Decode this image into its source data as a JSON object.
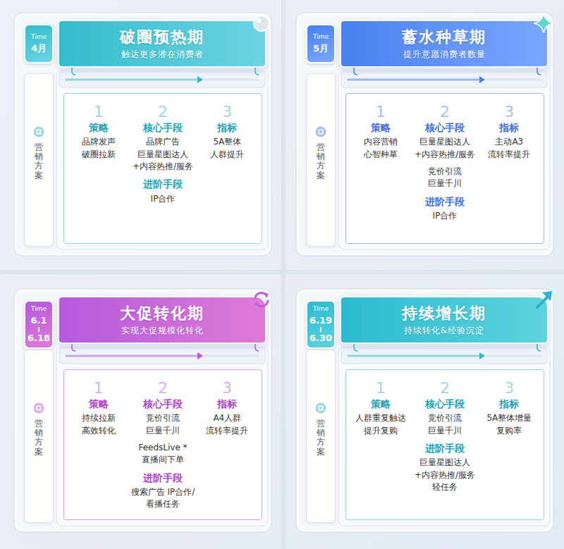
{
  "diagram": {
    "nodes": [
      {
        "text": [
          "Time",
          "4月"
        ]
      },
      {
        "text": [
          "破圈预热期",
          "触达更多潜在消费者"
        ]
      },
      {
        "text": [
          "营销方案"
        ]
      },
      {
        "text": [
          "1",
          "策略",
          "品牌发声 破圈拉新",
          "2",
          "核心手段",
          "品牌广告 巨量星图达人 +内容热推/服务",
          "进阶手段",
          "IP合作",
          "3",
          "指标",
          "5A整体 人群提升"
        ]
      },
      {
        "text": [
          "Time",
          "5月"
        ]
      },
      {
        "text": [
          "蓄水种草期",
          "提升意愿消费者数量"
        ]
      },
      {
        "text": [
          "营销方案"
        ]
      },
      {
        "text": [
          "1",
          "策略",
          "内容营销 心智种草",
          "2",
          "核心手段",
          "巨量星图达人 +内容热推/服务",
          "竞价引流 巨量千川",
          "进阶手段",
          "IP合作",
          "3",
          "指标",
          "主动A3 流转率提升"
        ]
      },
      {
        "text": [
          "Time",
          "6.1",
          "6.18"
        ]
      },
      {
        "text": [
          "大促转化期",
          "实现大促规模化转化"
        ]
      },
      {
        "text": [
          "营销方案"
        ]
      },
      {
        "text": [
          "1",
          "策略",
          "持续拉新 高效转化",
          "2",
          "核心手段",
          "竞价引流 巨量千川",
          "FeedsLive *直播间下单",
          "进阶手段",
          "搜索广告 IP合作/看播任务",
          "3",
          "指标",
          "A4人群 流转率提升"
        ]
      },
      {
        "text": [
          "Time",
          "6.19",
          "6.30"
        ]
      },
      {
        "text": [
          "持续增长期",
          "持续转化&经验沉淀"
        ]
      },
      {
        "text": [
          "营销方案"
        ]
      },
      {
        "text": [
          "1",
          "策略",
          "人群重复触达 提升复购",
          "2",
          "核心手段",
          "竞价引流 巨量千川",
          "进阶手段",
          "巨量星图达人 +内容热推/服务 轻任务",
          "3",
          "指标",
          "5A整体增量 复购率"
        ]
      }
    ]
  }
}
